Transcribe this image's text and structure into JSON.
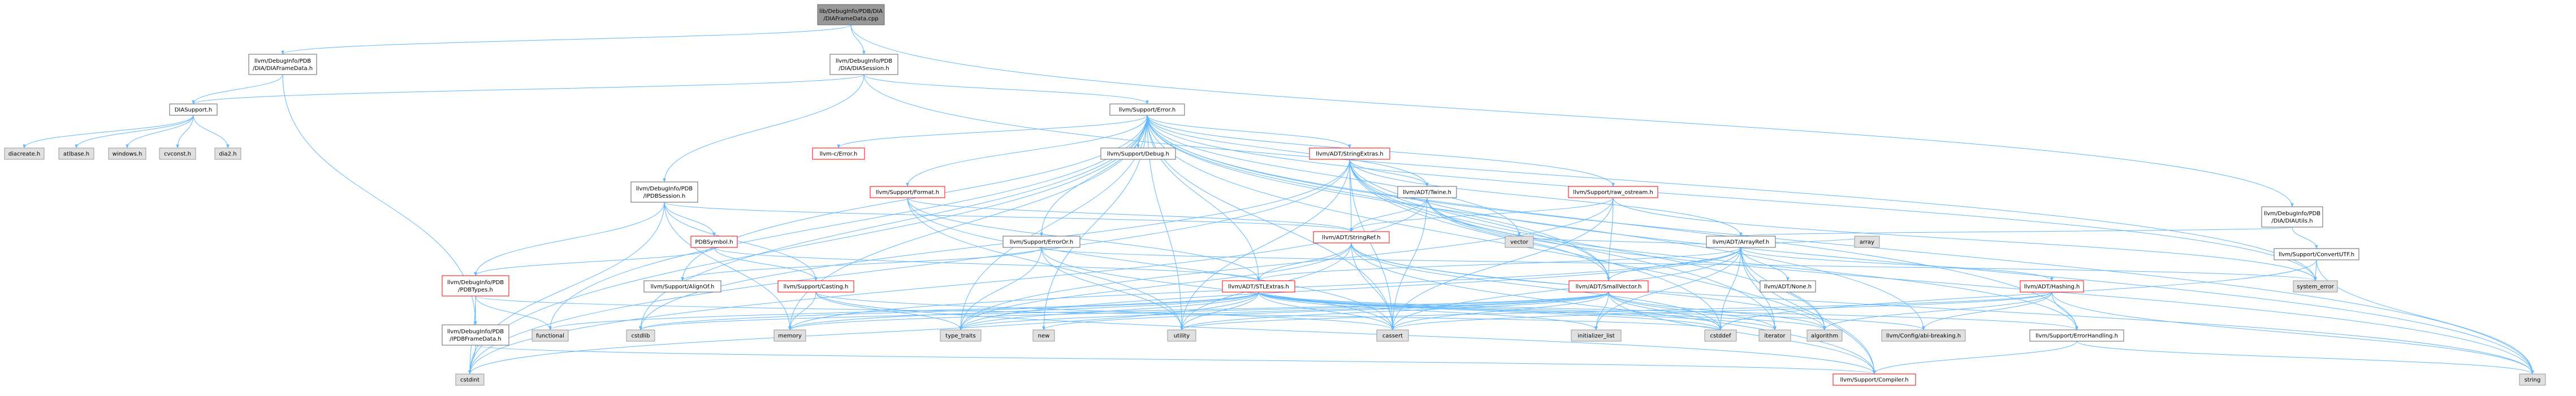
{
  "colors": {
    "root_fill": "#999999",
    "normal_fill": "#ffffff",
    "normal_border": "#666666",
    "missing_fill": "#e0e0e0",
    "missing_border": "#999999",
    "highlight_border": "#ff0000",
    "edge": "#63b8ff",
    "edge_alt": "#404040"
  },
  "graph": {
    "nodes": [
      {
        "id": "root",
        "lines": [
          "lib/DebugInfo/PDB/DIA",
          "/DIAFrameData.cpp"
        ],
        "style": "root"
      },
      {
        "id": "diaframedata_h",
        "lines": [
          "llvm/DebugInfo/PDB",
          "/DIA/DIAFrameData.h"
        ],
        "style": "normal"
      },
      {
        "id": "diasession_h",
        "lines": [
          "llvm/DebugInfo/PDB",
          "/DIA/DIASession.h"
        ],
        "style": "normal"
      },
      {
        "id": "diautils_h",
        "lines": [
          "llvm/DebugInfo/PDB",
          "/DIA/DIAUtils.h"
        ],
        "style": "normal"
      },
      {
        "id": "diasupport_h",
        "lines": [
          "DIASupport.h"
        ],
        "style": "normal"
      },
      {
        "id": "diacreate_h",
        "lines": [
          "diacreate.h"
        ],
        "style": "missing"
      },
      {
        "id": "atlbase_h",
        "lines": [
          "atlbase.h"
        ],
        "style": "missing"
      },
      {
        "id": "windows_h",
        "lines": [
          "windows.h"
        ],
        "style": "missing"
      },
      {
        "id": "cvconst_h",
        "lines": [
          "cvconst.h"
        ],
        "style": "missing"
      },
      {
        "id": "dia2_h",
        "lines": [
          "dia2.h"
        ],
        "style": "missing"
      },
      {
        "id": "error_h",
        "lines": [
          "llvm/Support/Error.h"
        ],
        "style": "normal"
      },
      {
        "id": "llvmc_error",
        "lines": [
          "llvm-c/Error.h"
        ],
        "style": "highlight"
      },
      {
        "id": "debug_h",
        "lines": [
          "llvm/Support/Debug.h"
        ],
        "style": "normal"
      },
      {
        "id": "stringextras",
        "lines": [
          "llvm/ADT/StringExtras.h"
        ],
        "style": "highlight"
      },
      {
        "id": "format_h",
        "lines": [
          "llvm/Support/Format.h"
        ],
        "style": "highlight"
      },
      {
        "id": "twine_h",
        "lines": [
          "llvm/ADT/Twine.h"
        ],
        "style": "normal"
      },
      {
        "id": "raw_ostream",
        "lines": [
          "llvm/Support/raw_ostream.h"
        ],
        "style": "highlight"
      },
      {
        "id": "ipdbsession",
        "lines": [
          "llvm/DebugInfo/PDB",
          "/IPDBSession.h"
        ],
        "style": "normal"
      },
      {
        "id": "erroror_h",
        "lines": [
          "llvm/Support/ErrorOr.h"
        ],
        "style": "normal"
      },
      {
        "id": "stringref_h",
        "lines": [
          "llvm/ADT/StringRef.h"
        ],
        "style": "highlight"
      },
      {
        "id": "arrayref_h",
        "lines": [
          "llvm/ADT/ArrayRef.h"
        ],
        "style": "normal"
      },
      {
        "id": "convertutf_h",
        "lines": [
          "llvm/Support/ConvertUTF.h"
        ],
        "style": "normal"
      },
      {
        "id": "pdbsymbol_h",
        "lines": [
          "PDBSymbol.h"
        ],
        "style": "highlight"
      },
      {
        "id": "pdbtypes_h",
        "lines": [
          "llvm/DebugInfo/PDB",
          "/PDBTypes.h"
        ],
        "style": "highlight"
      },
      {
        "id": "alignof_h",
        "lines": [
          "llvm/Support/AlignOf.h"
        ],
        "style": "normal"
      },
      {
        "id": "casting_h",
        "lines": [
          "llvm/Support/Casting.h"
        ],
        "style": "highlight"
      },
      {
        "id": "stlextras_h",
        "lines": [
          "llvm/ADT/STLExtras.h"
        ],
        "style": "highlight"
      },
      {
        "id": "smallvector_h",
        "lines": [
          "llvm/ADT/SmallVector.h"
        ],
        "style": "highlight"
      },
      {
        "id": "none_h",
        "lines": [
          "llvm/ADT/None.h"
        ],
        "style": "normal"
      },
      {
        "id": "hashing_h",
        "lines": [
          "llvm/ADT/Hashing.h"
        ],
        "style": "highlight"
      },
      {
        "id": "ipdbframedata",
        "lines": [
          "llvm/DebugInfo/PDB",
          "/IPDBFrameData.h"
        ],
        "style": "normal"
      },
      {
        "id": "functional",
        "lines": [
          "functional"
        ],
        "style": "missing"
      },
      {
        "id": "cstdlib",
        "lines": [
          "cstdlib"
        ],
        "style": "missing"
      },
      {
        "id": "memory",
        "lines": [
          "memory"
        ],
        "style": "missing"
      },
      {
        "id": "type_traits",
        "lines": [
          "type_traits"
        ],
        "style": "missing"
      },
      {
        "id": "new",
        "lines": [
          "new"
        ],
        "style": "missing"
      },
      {
        "id": "utility",
        "lines": [
          "utility"
        ],
        "style": "missing"
      },
      {
        "id": "cassert",
        "lines": [
          "cassert"
        ],
        "style": "missing"
      },
      {
        "id": "initializer_list",
        "lines": [
          "initializer_list"
        ],
        "style": "missing"
      },
      {
        "id": "cstddef",
        "lines": [
          "cstddef"
        ],
        "style": "missing"
      },
      {
        "id": "iterator",
        "lines": [
          "iterator"
        ],
        "style": "missing"
      },
      {
        "id": "algorithm",
        "lines": [
          "algorithm"
        ],
        "style": "missing"
      },
      {
        "id": "config_abi",
        "lines": [
          "llvm/Config/abi-breaking.h"
        ],
        "style": "missing"
      },
      {
        "id": "errorhandling",
        "lines": [
          "llvm/Support/ErrorHandling.h"
        ],
        "style": "normal"
      },
      {
        "id": "compiler_h",
        "lines": [
          "llvm/Support/Compiler.h"
        ],
        "style": "highlight"
      },
      {
        "id": "cstdint",
        "lines": [
          "cstdint"
        ],
        "style": "missing"
      },
      {
        "id": "string",
        "lines": [
          "string"
        ],
        "style": "missing"
      },
      {
        "id": "vector",
        "lines": [
          "vector"
        ],
        "style": "missing"
      },
      {
        "id": "array",
        "lines": [
          "array"
        ],
        "style": "missing"
      },
      {
        "id": "system_error",
        "lines": [
          "system_error"
        ],
        "style": "missing"
      }
    ],
    "edges": [
      [
        "root",
        "diaframedata_h"
      ],
      [
        "root",
        "diasession_h"
      ],
      [
        "root",
        "diautils_h"
      ],
      [
        "diaframedata_h",
        "diasupport_h"
      ],
      [
        "diaframedata_h",
        "ipdbframedata"
      ],
      [
        "diasession_h",
        "diasupport_h"
      ],
      [
        "diasession_h",
        "ipdbsession"
      ],
      [
        "diasession_h",
        "error_h"
      ],
      [
        "diasession_h",
        "system_error"
      ],
      [
        "diautils_h",
        "arrayref_h"
      ],
      [
        "diautils_h",
        "convertutf_h"
      ],
      [
        "diasupport_h",
        "diacreate_h"
      ],
      [
        "diasupport_h",
        "atlbase_h"
      ],
      [
        "diasupport_h",
        "windows_h"
      ],
      [
        "diasupport_h",
        "cvconst_h"
      ],
      [
        "diasupport_h",
        "dia2_h"
      ],
      [
        "error_h",
        "llvmc_error"
      ],
      [
        "error_h",
        "debug_h"
      ],
      [
        "error_h",
        "stringextras"
      ],
      [
        "error_h",
        "format_h"
      ],
      [
        "error_h",
        "twine_h"
      ],
      [
        "error_h",
        "raw_ostream"
      ],
      [
        "error_h",
        "erroror_h"
      ],
      [
        "error_h",
        "alignof_h"
      ],
      [
        "error_h",
        "stlextras_h"
      ],
      [
        "error_h",
        "smallvector_h"
      ],
      [
        "error_h",
        "errorhandling"
      ],
      [
        "error_h",
        "compiler_h"
      ],
      [
        "error_h",
        "config_abi"
      ],
      [
        "error_h",
        "cassert"
      ],
      [
        "error_h",
        "cstdint"
      ],
      [
        "error_h",
        "cstdlib"
      ],
      [
        "error_h",
        "functional"
      ],
      [
        "error_h",
        "memory"
      ],
      [
        "error_h",
        "new"
      ],
      [
        "error_h",
        "string"
      ],
      [
        "error_h",
        "system_error"
      ],
      [
        "error_h",
        "type_traits"
      ],
      [
        "error_h",
        "utility"
      ],
      [
        "error_h",
        "vector"
      ],
      [
        "stringextras",
        "arrayref_h"
      ],
      [
        "stringextras",
        "stringref_h"
      ],
      [
        "stringextras",
        "twine_h"
      ],
      [
        "stringextras",
        "smallvector_h"
      ],
      [
        "stringextras",
        "algorithm"
      ],
      [
        "stringextras",
        "cassert"
      ],
      [
        "stringextras",
        "cstddef"
      ],
      [
        "stringextras",
        "cstdint"
      ],
      [
        "stringextras",
        "cstdlib"
      ],
      [
        "stringextras",
        "iterator"
      ],
      [
        "stringextras",
        "string"
      ],
      [
        "stringextras",
        "utility"
      ],
      [
        "format_h",
        "stringref_h"
      ],
      [
        "format_h",
        "stlextras_h"
      ],
      [
        "format_h",
        "cassert"
      ],
      [
        "format_h",
        "utility"
      ],
      [
        "twine_h",
        "stringref_h"
      ],
      [
        "twine_h",
        "smallvector_h"
      ],
      [
        "twine_h",
        "errorhandling"
      ],
      [
        "twine_h",
        "cassert"
      ],
      [
        "twine_h",
        "cstdint"
      ],
      [
        "twine_h",
        "string"
      ],
      [
        "raw_ostream",
        "stringref_h"
      ],
      [
        "raw_ostream",
        "smallvector_h"
      ],
      [
        "raw_ostream",
        "cassert"
      ],
      [
        "raw_ostream",
        "system_error"
      ],
      [
        "raw_ostream",
        "type_traits"
      ],
      [
        "ipdbsession",
        "pdbsymbol_h"
      ],
      [
        "ipdbsession",
        "pdbtypes_h"
      ],
      [
        "ipdbsession",
        "casting_h"
      ],
      [
        "ipdbsession",
        "stringref_h"
      ],
      [
        "ipdbsession",
        "memory"
      ],
      [
        "ipdbsession",
        "cstdint"
      ],
      [
        "erroror_h",
        "alignof_h"
      ],
      [
        "erroror_h",
        "cassert"
      ],
      [
        "erroror_h",
        "system_error"
      ],
      [
        "erroror_h",
        "type_traits"
      ],
      [
        "erroror_h",
        "utility"
      ],
      [
        "stringref_h",
        "stlextras_h"
      ],
      [
        "stringref_h",
        "compiler_h"
      ],
      [
        "stringref_h",
        "algorithm"
      ],
      [
        "stringref_h",
        "cassert"
      ],
      [
        "stringref_h",
        "cstddef"
      ],
      [
        "stringref_h",
        "cstring"
      ],
      [
        "stringref_h",
        "limits"
      ],
      [
        "stringref_h",
        "string"
      ],
      [
        "stringref_h",
        "type_traits"
      ],
      [
        "stringref_h",
        "utility"
      ],
      [
        "arrayref_h",
        "hashing_h"
      ],
      [
        "arrayref_h",
        "none_h"
      ],
      [
        "arrayref_h",
        "smallvector_h"
      ],
      [
        "arrayref_h",
        "stlextras_h"
      ],
      [
        "arrayref_h",
        "compiler_h"
      ],
      [
        "arrayref_h",
        "algorithm"
      ],
      [
        "arrayref_h",
        "array"
      ],
      [
        "arrayref_h",
        "cassert"
      ],
      [
        "arrayref_h",
        "cstddef"
      ],
      [
        "arrayref_h",
        "initializer_list"
      ],
      [
        "arrayref_h",
        "iterator"
      ],
      [
        "arrayref_h",
        "memory"
      ],
      [
        "arrayref_h",
        "type_traits"
      ],
      [
        "arrayref_h",
        "vector"
      ],
      [
        "convertutf_h",
        "system_error"
      ],
      [
        "convertutf_h",
        "string"
      ],
      [
        "convertutf_h",
        "cstddef"
      ],
      [
        "pdbsymbol_h",
        "pdbtypes_h"
      ],
      [
        "pdbsymbol_h",
        "stlextras_h"
      ],
      [
        "pdbsymbol_h",
        "casting_h"
      ],
      [
        "pdbtypes_h",
        "ipdbframedata"
      ],
      [
        "pdbtypes_h",
        "functional"
      ],
      [
        "pdbtypes_h",
        "cstddef"
      ],
      [
        "pdbtypes_h",
        "cstdint"
      ],
      [
        "pdbtypes_h",
        "cstring"
      ],
      [
        "casting_h",
        "compiler_h"
      ],
      [
        "casting_h",
        "type_traits"
      ],
      [
        "casting_h",
        "cassert"
      ],
      [
        "casting_h",
        "memory"
      ],
      [
        "stlextras_h",
        "config_abi"
      ],
      [
        "stlextras_h",
        "errorhandling"
      ],
      [
        "stlextras_h",
        "algorithm"
      ],
      [
        "stlextras_h",
        "cassert"
      ],
      [
        "stlextras_h",
        "cstddef"
      ],
      [
        "stlextras_h",
        "cstdint"
      ],
      [
        "stlextras_h",
        "cstdlib"
      ],
      [
        "stlextras_h",
        "functional"
      ],
      [
        "stlextras_h",
        "initializer_list"
      ],
      [
        "stlextras_h",
        "iterator"
      ],
      [
        "stlextras_h",
        "memory"
      ],
      [
        "stlextras_h",
        "type_traits"
      ],
      [
        "stlextras_h",
        "utility"
      ],
      [
        "smallvector_h",
        "compiler_h"
      ],
      [
        "smallvector_h",
        "type_traits"
      ],
      [
        "smallvector_h",
        "algorithm"
      ],
      [
        "smallvector_h",
        "cassert"
      ],
      [
        "smallvector_h",
        "cstddef"
      ],
      [
        "smallvector_h",
        "cstdlib"
      ],
      [
        "smallvector_h",
        "initializer_list"
      ],
      [
        "smallvector_h",
        "iterator"
      ],
      [
        "smallvector_h",
        "memory"
      ],
      [
        "smallvector_h",
        "new"
      ],
      [
        "smallvector_h",
        "utility"
      ],
      [
        "hashing_h",
        "errorhandling"
      ],
      [
        "hashing_h",
        "algorithm"
      ],
      [
        "hashing_h",
        "cassert"
      ],
      [
        "hashing_h",
        "cstring"
      ],
      [
        "hashing_h",
        "string"
      ],
      [
        "hashing_h",
        "utility"
      ],
      [
        "hashing_h",
        "config_abi"
      ],
      [
        "errorhandling",
        "compiler_h"
      ],
      [
        "errorhandling",
        "string"
      ],
      [
        "ipdbframedata",
        "cstdint"
      ],
      [
        "ipdbframedata",
        "compiler_h"
      ]
    ]
  }
}
